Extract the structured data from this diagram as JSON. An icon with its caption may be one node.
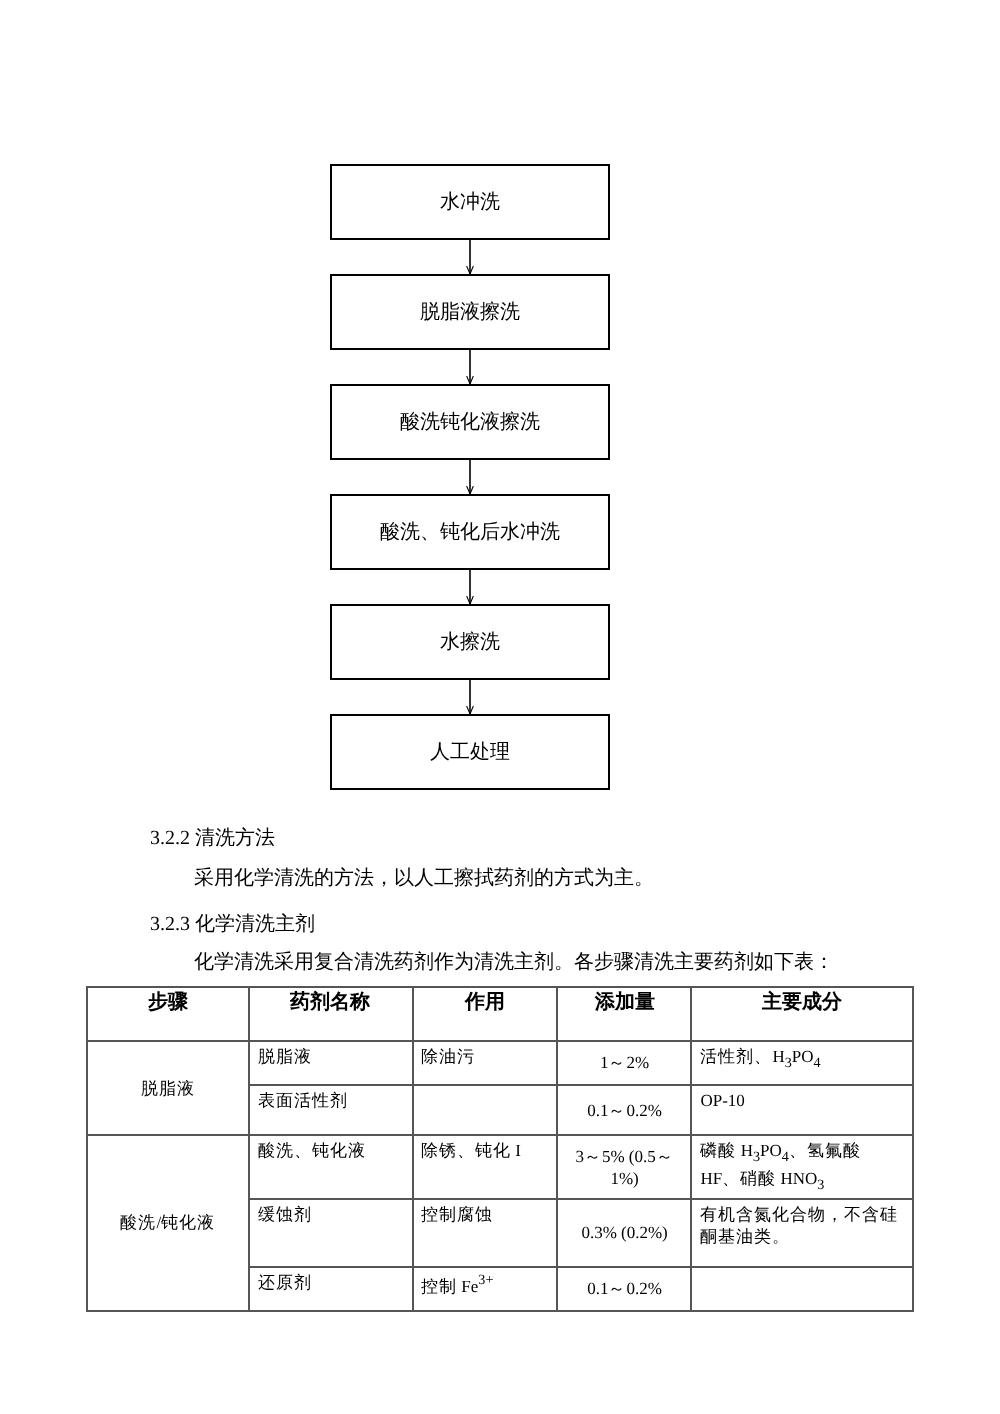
{
  "diagram": {
    "nodes": [
      {
        "text": [
          "水冲洗"
        ]
      },
      {
        "text": [
          "脱脂液擦洗"
        ]
      },
      {
        "text": [
          "酸洗钝化液擦洗"
        ]
      },
      {
        "text": [
          "酸洗、钝化后水冲洗"
        ]
      },
      {
        "text": [
          "水擦洗"
        ]
      },
      {
        "text": [
          "人工处理"
        ]
      }
    ],
    "edges": [
      {
        "from": 0,
        "to": 1,
        "arrow": "to"
      },
      {
        "from": 1,
        "to": 2,
        "arrow": "to"
      },
      {
        "from": 2,
        "to": 3,
        "arrow": "to"
      },
      {
        "from": 3,
        "to": 4,
        "arrow": "to"
      },
      {
        "from": 4,
        "to": 5,
        "arrow": "to"
      }
    ],
    "labels": [
      "3.2.2 清洗方法",
      "采用化学清洗的方法，以人工擦拭药剂的方式为主。",
      "3.2.3 化学清洗主剂",
      "化学清洗采用复合清洗药剂作为清洗主剂。各步骤清洗主要药剂如下表：",
      "步骤",
      "药剂名称",
      "作用",
      "添加量",
      "主要成分",
      "脱脂液",
      "脱脂液",
      "除油污",
      "1～2%",
      "活性剂、H$_{3}$PO$_{4}$",
      "表面活性剂",
      "0.1～0.2%",
      "OP-10",
      "酸洗/钝化液",
      "酸洗、钝化液",
      "除锈、钝化 I",
      "3～5% (0.5～1%)",
      "磷酸 H$_{3}$PO$_{4}$、氢氟酸 HF、硝酸 HNO$_{3}$",
      "缓蚀剂",
      "控制腐蚀",
      "0.3% (0.2%)",
      "有机含氮化合物，不含硅酮基油类。",
      "还原剂",
      "控制 Fe$^{3+}$",
      "0.1～0.2%"
    ]
  }
}
